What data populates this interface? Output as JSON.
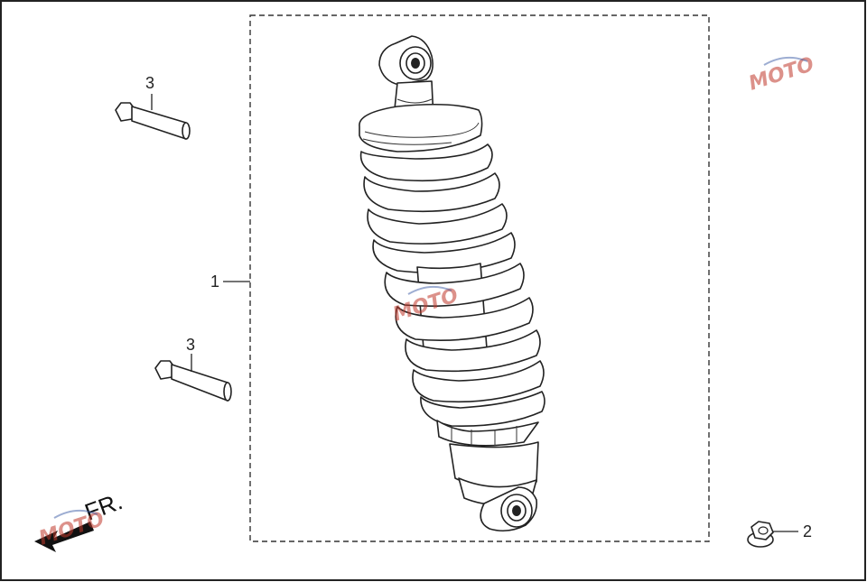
{
  "callouts": {
    "shock_absorber": "1",
    "nut": "2",
    "bolt_upper": "3",
    "bolt_lower": "3"
  },
  "direction": {
    "label": "FR.",
    "icon": "arrow-down-left-icon"
  },
  "watermark": {
    "text": "MOTO",
    "color": "#c0392b"
  }
}
